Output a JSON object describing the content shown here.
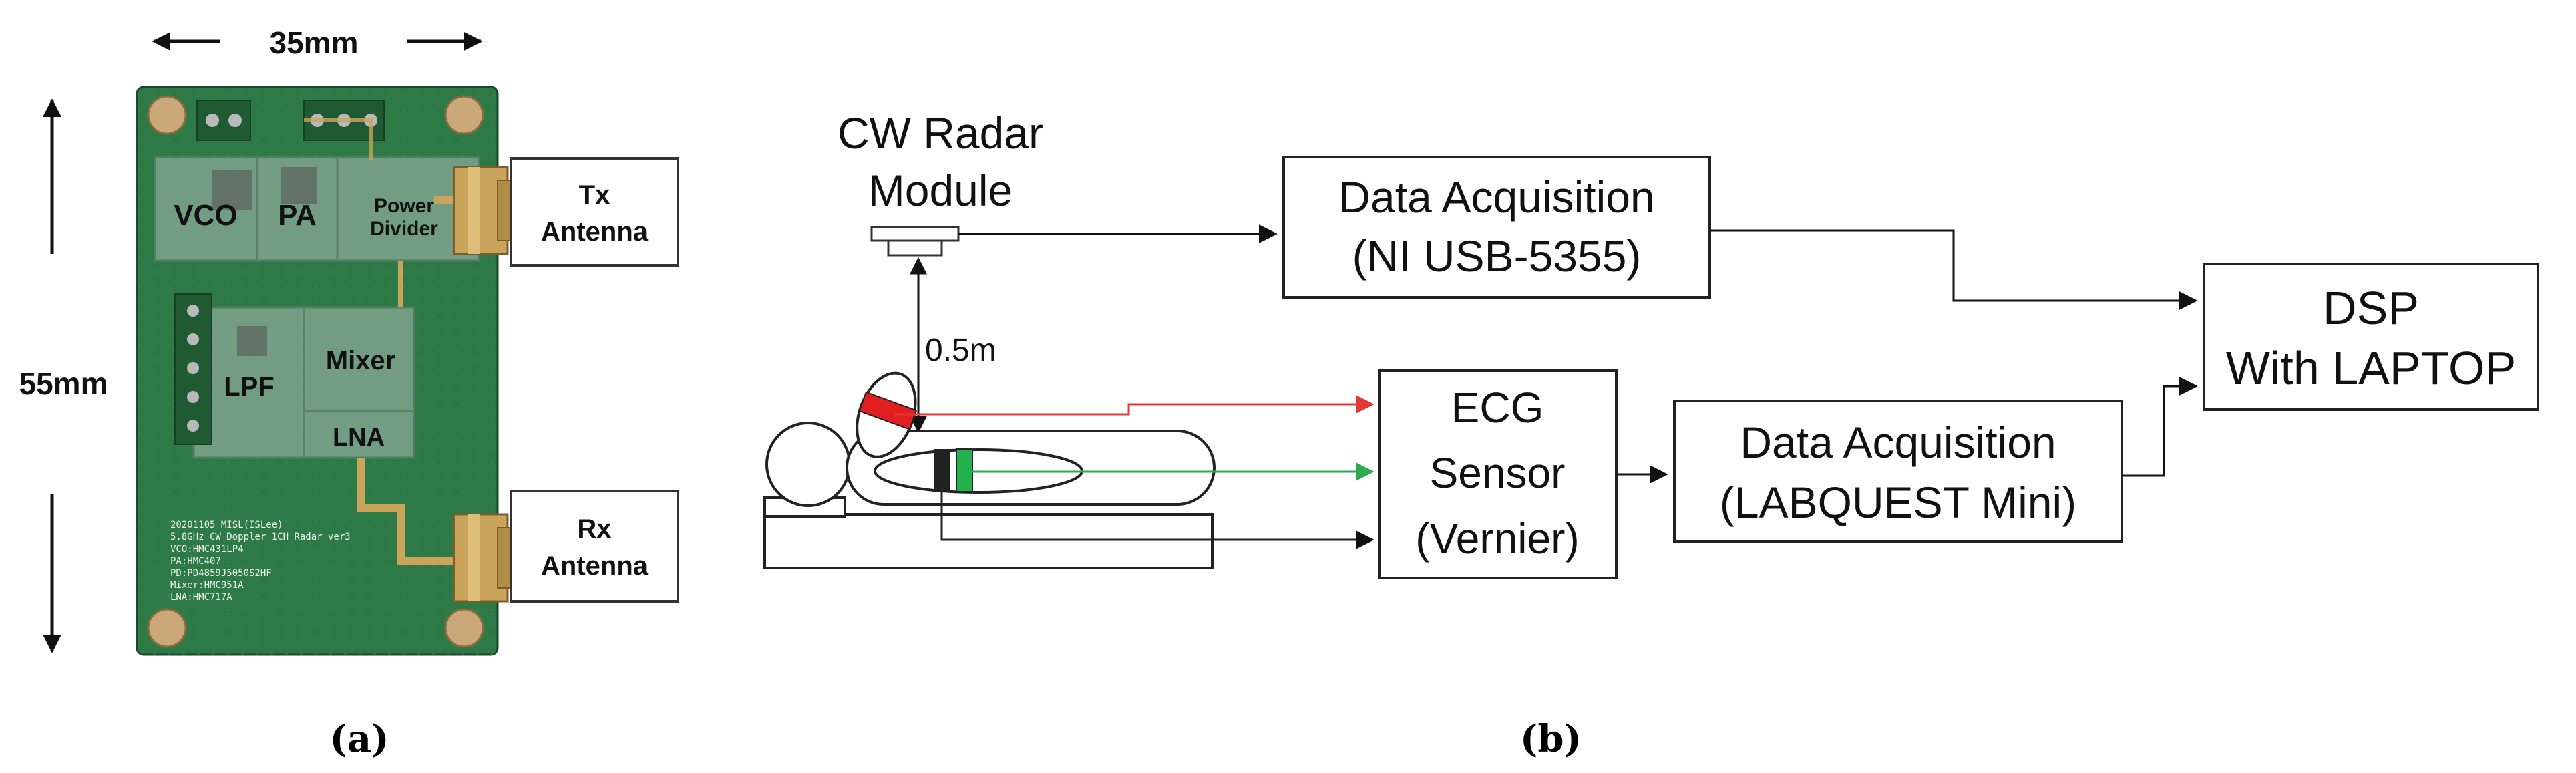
{
  "panel_a": {
    "caption": "(a)",
    "width_label": "35mm",
    "height_label": "55mm",
    "blocks": {
      "vco": "VCO",
      "pa": "PA",
      "power_divider_1": "Power",
      "power_divider_2": "Divider",
      "mixer": "Mixer",
      "lpf": "LPF",
      "lna": "LNA"
    },
    "tx_antenna": {
      "line1": "Tx",
      "line2": "Antenna"
    },
    "rx_antenna": {
      "line1": "Rx",
      "line2": "Antenna"
    },
    "silkscreen": [
      "20201105   MISL(ISLee)",
      "5.8GHz CW Doppler 1CH Radar ver3",
      "VCO:HMC431LP4",
      "PA:HMC407",
      "PD:PD4859J5050S2HF",
      "Mixer:HMC951A",
      "LNA:HMC717A"
    ]
  },
  "panel_b": {
    "caption": "(b)",
    "radar": {
      "line1": "CW Radar",
      "line2": "Module"
    },
    "distance": "0.5m",
    "daq_ni": {
      "line1": "Data Acquisition",
      "line2": "(NI USB-5355)"
    },
    "ecg": {
      "line1": "ECG",
      "line2": "Sensor",
      "line3": "(Vernier)"
    },
    "daq_lq": {
      "line1": "Data Acquisition",
      "line2": "(LABQUEST Mini)"
    },
    "dsp": {
      "line1": "DSP",
      "line2": "With LAPTOP"
    }
  },
  "colors": {
    "board_green": "#2e7a46",
    "board_dark": "#1f5a33",
    "wire_red": "#e53935",
    "wire_green": "#2eaa52",
    "wire_black": "#222222",
    "electrode_red": "#e02020",
    "electrode_green": "#22b14c",
    "connector_gold": "#c9a45a"
  }
}
